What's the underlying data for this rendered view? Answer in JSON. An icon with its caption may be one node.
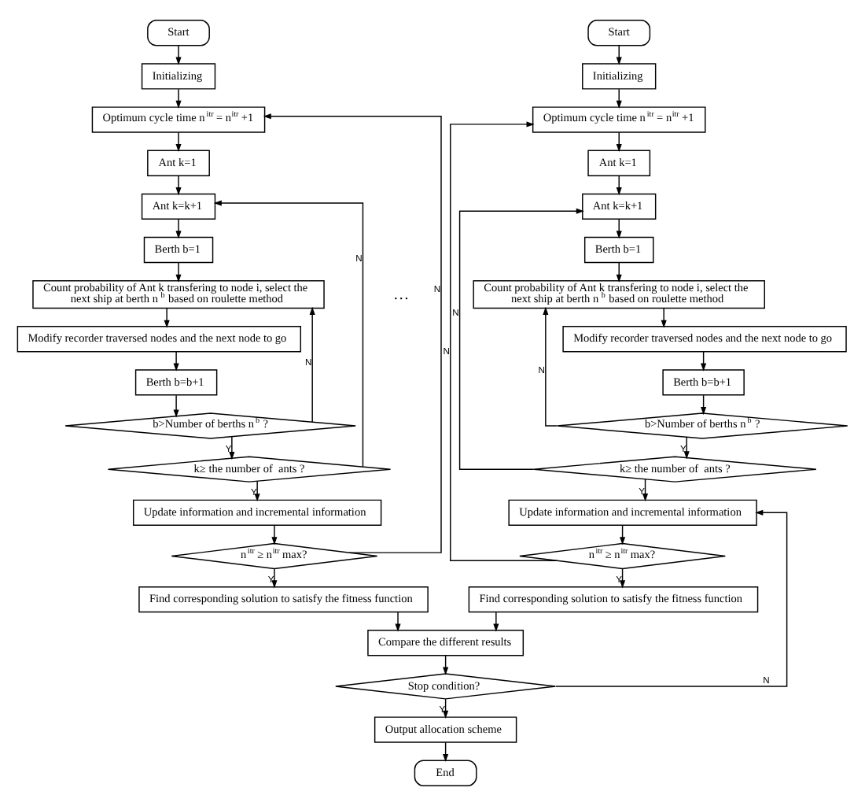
{
  "diagram": {
    "nodes": [
      {
        "text": [
          "Start"
        ]
      },
      {
        "text": [
          "Initializing"
        ]
      },
      {
        "text": [
          "Optimum cycle time n$^{itr}$ = n$^{itr}$ +1"
        ]
      },
      {
        "text": [
          "Ant k=1"
        ]
      },
      {
        "text": [
          "Ant k=k+1"
        ]
      },
      {
        "text": [
          "Berth b=1"
        ]
      },
      {
        "text": [
          "Count probability of Ant k transfering to node i, select the next ship at berth n$^{b}$ based on roulette method"
        ]
      },
      {
        "text": [
          "Modify recorder traversed nodes and the next node to go"
        ]
      },
      {
        "text": [
          "Berth b=b+1"
        ]
      },
      {
        "text": [
          "b>Number of berths n$^{b}$ ?"
        ]
      },
      {
        "text": [
          "k≥ the number of  ants ?"
        ]
      },
      {
        "text": [
          "Update information and incremental information"
        ]
      },
      {
        "text": [
          "n$^{itr}$ ≥ n$^{itr}$ max?"
        ]
      },
      {
        "text": [
          "Find corresponding solution to satisfy the fitness function"
        ]
      },
      {
        "text": [
          "Start"
        ]
      },
      {
        "text": [
          "Initializing"
        ]
      },
      {
        "text": [
          "Optimum cycle time n$^{itr}$ = n$^{itr}$ +1"
        ]
      },
      {
        "text": [
          "Ant k=1"
        ]
      },
      {
        "text": [
          "Ant k=k+1"
        ]
      },
      {
        "text": [
          "Berth b=1"
        ]
      },
      {
        "text": [
          "Count probability of Ant k transfering to node i, select the next ship at berth n$^{b}$ based on roulette method"
        ]
      },
      {
        "text": [
          "Modify recorder traversed nodes and the next node to go"
        ]
      },
      {
        "text": [
          "Berth b=b+1"
        ]
      },
      {
        "text": [
          "b>Number of berths n$^{b}$ ?"
        ]
      },
      {
        "text": [
          "k≥ the number of  ants ?"
        ]
      },
      {
        "text": [
          "Update information and incremental information"
        ]
      },
      {
        "text": [
          "n$^{itr}$ ≥ n$^{itr}$ max?"
        ]
      },
      {
        "text": [
          "Find corresponding solution to satisfy the fitness function"
        ]
      },
      {
        "text": [
          "Compare the different results"
        ]
      },
      {
        "text": [
          "Stop condition?"
        ]
      },
      {
        "text": [
          "Output allocation scheme"
        ]
      },
      {
        "text": [
          "End"
        ]
      }
    ],
    "edges": [
      {
        "from": 0,
        "to": 1,
        "arrow": "to"
      },
      {
        "from": 1,
        "to": 2,
        "arrow": "to"
      },
      {
        "from": 2,
        "to": 3,
        "arrow": "to"
      },
      {
        "from": 3,
        "to": 4,
        "arrow": "to"
      },
      {
        "from": 4,
        "to": 5,
        "arrow": "to"
      },
      {
        "from": 5,
        "to": 6,
        "arrow": "to"
      },
      {
        "from": 6,
        "to": 7,
        "arrow": "to"
      },
      {
        "from": 7,
        "to": 8,
        "arrow": "to"
      },
      {
        "from": 8,
        "to": 9,
        "arrow": "to"
      },
      {
        "from": 9,
        "to": 6,
        "arrow": "to",
        "label": "N"
      },
      {
        "from": 9,
        "to": 10,
        "arrow": "to",
        "label": "Y"
      },
      {
        "from": 10,
        "to": 4,
        "arrow": "to",
        "label": "N"
      },
      {
        "from": 10,
        "to": 11,
        "arrow": "to",
        "label": "Y"
      },
      {
        "from": 11,
        "to": 12,
        "arrow": "to"
      },
      {
        "from": 12,
        "to": 2,
        "arrow": "to",
        "label": "N"
      },
      {
        "from": 12,
        "to": 13,
        "arrow": "to",
        "label": "Y"
      },
      {
        "from": 13,
        "to": 28,
        "arrow": "to"
      },
      {
        "from": 14,
        "to": 15,
        "arrow": "to"
      },
      {
        "from": 15,
        "to": 16,
        "arrow": "to"
      },
      {
        "from": 16,
        "to": 17,
        "arrow": "to"
      },
      {
        "from": 17,
        "to": 18,
        "arrow": "to"
      },
      {
        "from": 18,
        "to": 19,
        "arrow": "to"
      },
      {
        "from": 19,
        "to": 20,
        "arrow": "to"
      },
      {
        "from": 20,
        "to": 21,
        "arrow": "to"
      },
      {
        "from": 21,
        "to": 22,
        "arrow": "to"
      },
      {
        "from": 22,
        "to": 23,
        "arrow": "to"
      },
      {
        "from": 23,
        "to": 20,
        "arrow": "to",
        "label": "N"
      },
      {
        "from": 23,
        "to": 24,
        "arrow": "to",
        "label": "Y"
      },
      {
        "from": 24,
        "to": 18,
        "arrow": "to",
        "label": "N"
      },
      {
        "from": 24,
        "to": 25,
        "arrow": "to",
        "label": "Y"
      },
      {
        "from": 25,
        "to": 26,
        "arrow": "to"
      },
      {
        "from": 26,
        "to": 16,
        "arrow": "to",
        "label": "N"
      },
      {
        "from": 26,
        "to": 27,
        "arrow": "to",
        "label": "Y"
      },
      {
        "from": 27,
        "to": 28,
        "arrow": "to"
      },
      {
        "from": 28,
        "to": 29,
        "arrow": "to"
      },
      {
        "from": 29,
        "to": 25,
        "arrow": "to",
        "label": "N"
      },
      {
        "from": 29,
        "to": 30,
        "arrow": "to",
        "label": "Y"
      },
      {
        "from": 30,
        "to": 31,
        "arrow": "to"
      }
    ],
    "labels": [
      "…"
    ]
  }
}
